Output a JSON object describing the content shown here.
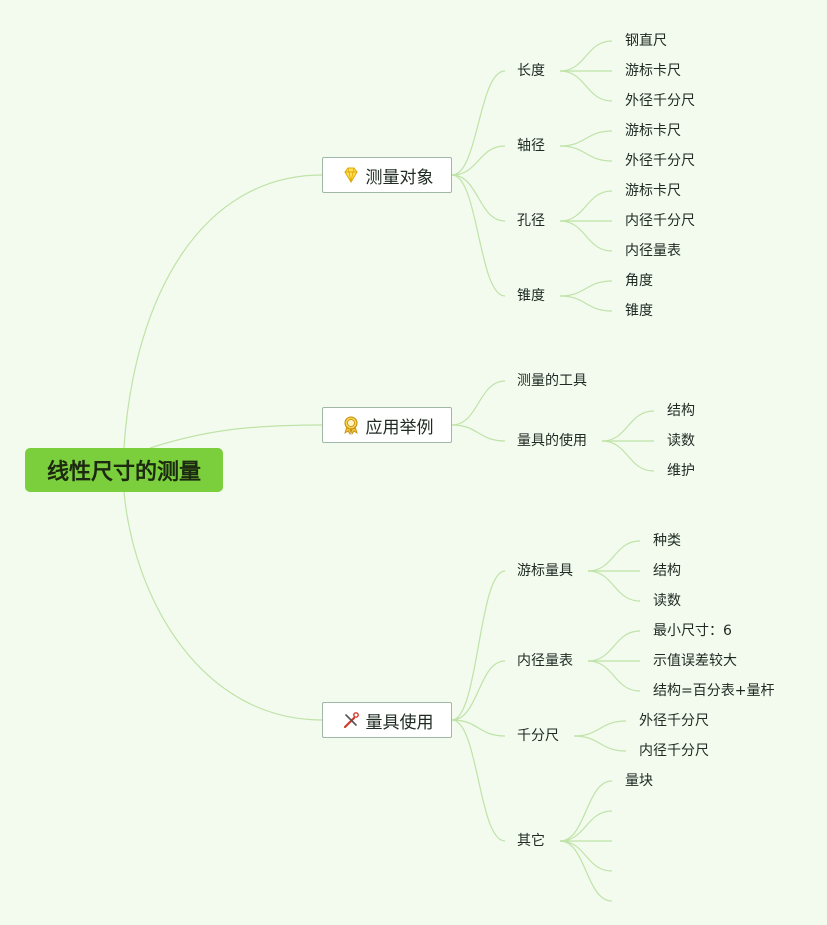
{
  "root": {
    "label": "线性尺寸的测量"
  },
  "branches": [
    {
      "label": "测量对象",
      "icon": "gem-icon"
    },
    {
      "label": "应用举例",
      "icon": "award-ribbon-icon"
    },
    {
      "label": "量具使用",
      "icon": "tools-icon"
    }
  ],
  "nodes": {
    "length": "长度",
    "length_1": "钢直尺",
    "length_2": "游标卡尺",
    "length_3": "外径千分尺",
    "shaft": "轴径",
    "shaft_1": "游标卡尺",
    "shaft_2": "外径千分尺",
    "hole": "孔径",
    "hole_1": "游标卡尺",
    "hole_2": "内径千分尺",
    "hole_3": "内径量表",
    "taper": "锥度",
    "taper_1": "角度",
    "taper_2": "锥度",
    "tools": "测量的工具",
    "tooluse": "量具的使用",
    "tooluse_1": "结构",
    "tooluse_2": "读数",
    "tooluse_3": "维护",
    "vernier": "游标量具",
    "vernier_1": "种类",
    "vernier_2": "结构",
    "vernier_3": "读数",
    "bore": "内径量表",
    "bore_1": "最小尺寸：6",
    "bore_2": "示值误差较大",
    "bore_3": "结构=百分表+量杆",
    "micro": "千分尺",
    "micro_1": "外径千分尺",
    "micro_2": "内径千分尺",
    "other": "其它",
    "other_1": "量块"
  },
  "colors": {
    "root_bg": "#7ccf3c",
    "line": "#bfe3a8",
    "background": "#f3fbef"
  }
}
